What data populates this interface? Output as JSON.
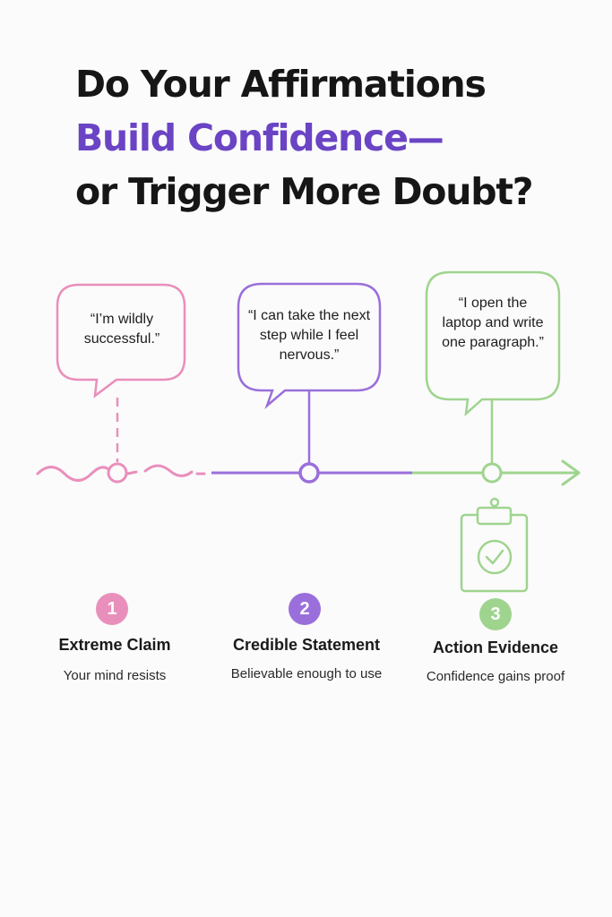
{
  "colors": {
    "accent": "#6a44c4",
    "pink": "#e98fbc",
    "purple": "#9a6fdb",
    "green": "#9fd48f"
  },
  "headline": {
    "line1": "Do Your Affirmations",
    "line2": "Build Confidence—",
    "line3": "or Trigger More Doubt?"
  },
  "steps": [
    {
      "number": "1",
      "quote": "“I’m wildly successful.”",
      "title": "Extreme Claim",
      "description": "Your mind resists"
    },
    {
      "number": "2",
      "quote": "“I can take the next step while I feel nervous.”",
      "title": "Credible Statement",
      "description": "Believable enough to use"
    },
    {
      "number": "3",
      "quote": "“I open the laptop and write one paragraph.”",
      "title": "Action Evidence",
      "description": "Confidence gains proof"
    }
  ],
  "icons": {
    "line_end": "arrow-right-icon",
    "evidence": "clipboard-check-icon"
  }
}
